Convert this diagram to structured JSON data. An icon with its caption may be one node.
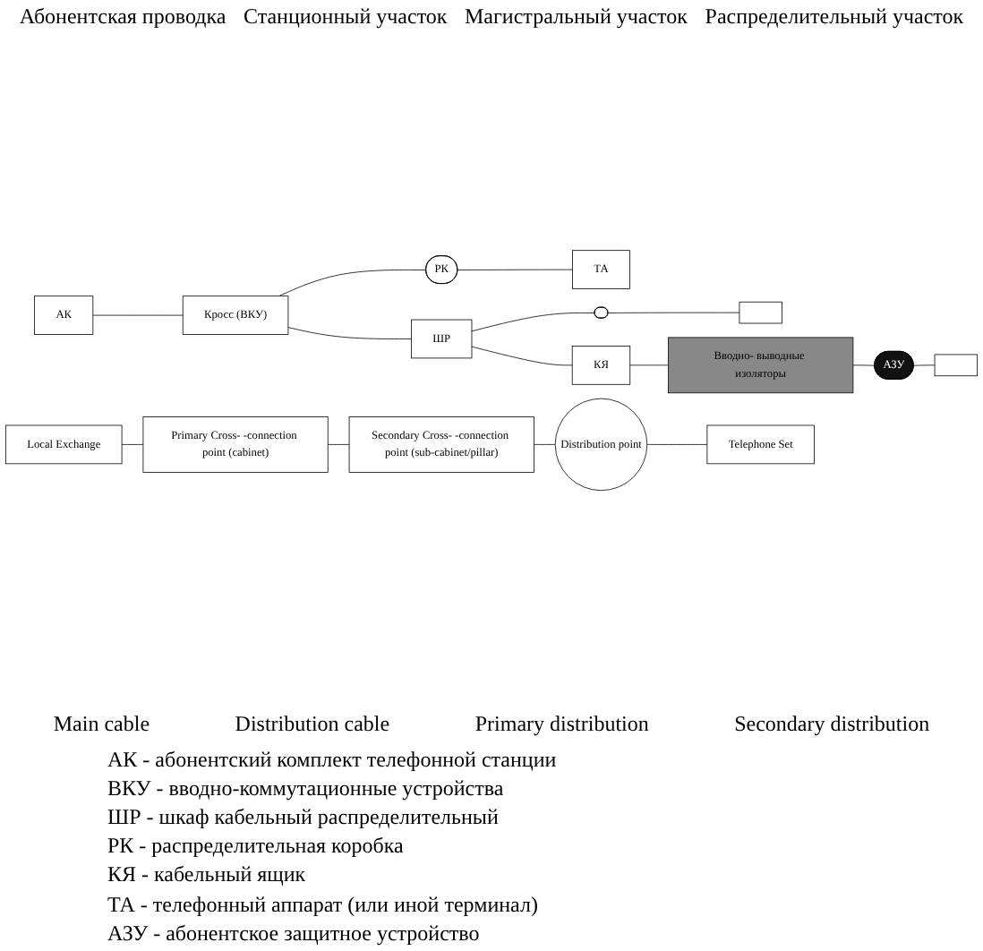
{
  "diagram": {
    "nodes": [
      {
        "text": [
          "АК"
        ]
      },
      {
        "text": [
          "Кросс (ВКУ)"
        ]
      },
      {
        "text": [
          "ШР"
        ]
      },
      {
        "text": [
          "РК"
        ]
      },
      {
        "text": [
          "ТА"
        ]
      },
      {
        "text": [],
        "shape": "phone"
      },
      {
        "text": [],
        "shape": "box"
      },
      {
        "text": [
          "КЯ"
        ]
      },
      {
        "text": [
          "Вводно- выводные изоляторы"
        ]
      },
      {
        "text": [
          "АЗУ"
        ]
      },
      {
        "text": [],
        "shape": "box"
      },
      {
        "text": [
          "Local Exchange"
        ]
      },
      {
        "text": [
          "Primary Cross- -connection point (cabinet)"
        ]
      },
      {
        "text": [
          "Secondary Cross- -connection point (sub-cabinet/pillar)"
        ]
      },
      {
        "text": [
          "Distribution point"
        ]
      },
      {
        "text": [
          "Telephone Set"
        ]
      }
    ],
    "edges": [
      {
        "from": 0,
        "to": 1,
        "arrow": "none"
      },
      {
        "from": 1,
        "to": 3,
        "arrow": "none"
      },
      {
        "from": 3,
        "to": 4,
        "arrow": "none"
      },
      {
        "from": 1,
        "to": 2,
        "arrow": "none"
      },
      {
        "from": 2,
        "to": 5,
        "arrow": "none"
      },
      {
        "from": 5,
        "to": 6,
        "arrow": "none"
      },
      {
        "from": 2,
        "to": 7,
        "arrow": "none"
      },
      {
        "from": 7,
        "to": 8,
        "arrow": "none"
      },
      {
        "from": 8,
        "to": 9,
        "arrow": "none"
      },
      {
        "from": 9,
        "to": 10,
        "arrow": "none"
      },
      {
        "from": 11,
        "to": 12,
        "arrow": "none"
      },
      {
        "from": 12,
        "to": 13,
        "arrow": "none"
      },
      {
        "from": 13,
        "to": 14,
        "arrow": "none"
      },
      {
        "from": 14,
        "to": 15,
        "arrow": "none"
      }
    ],
    "labels": [
      "Абонентская проводка",
      "Станционный участок",
      "Магистральный участок",
      "Распределительный участок",
      "АК - абонентский комплект телефонной станции",
      "ВКУ - вводно-коммутационные устройства",
      "ШР - шкаф кабельный распределительный",
      "РК - распределительная коробка",
      "КЯ - кабельный ящик",
      "ТА - телефонный аппарат (или иной терминал)",
      "АЗУ - абонентское защитное устройство",
      "Main cable",
      "Distribution cable",
      "Primary distribution",
      "Secondary distribution"
    ]
  }
}
